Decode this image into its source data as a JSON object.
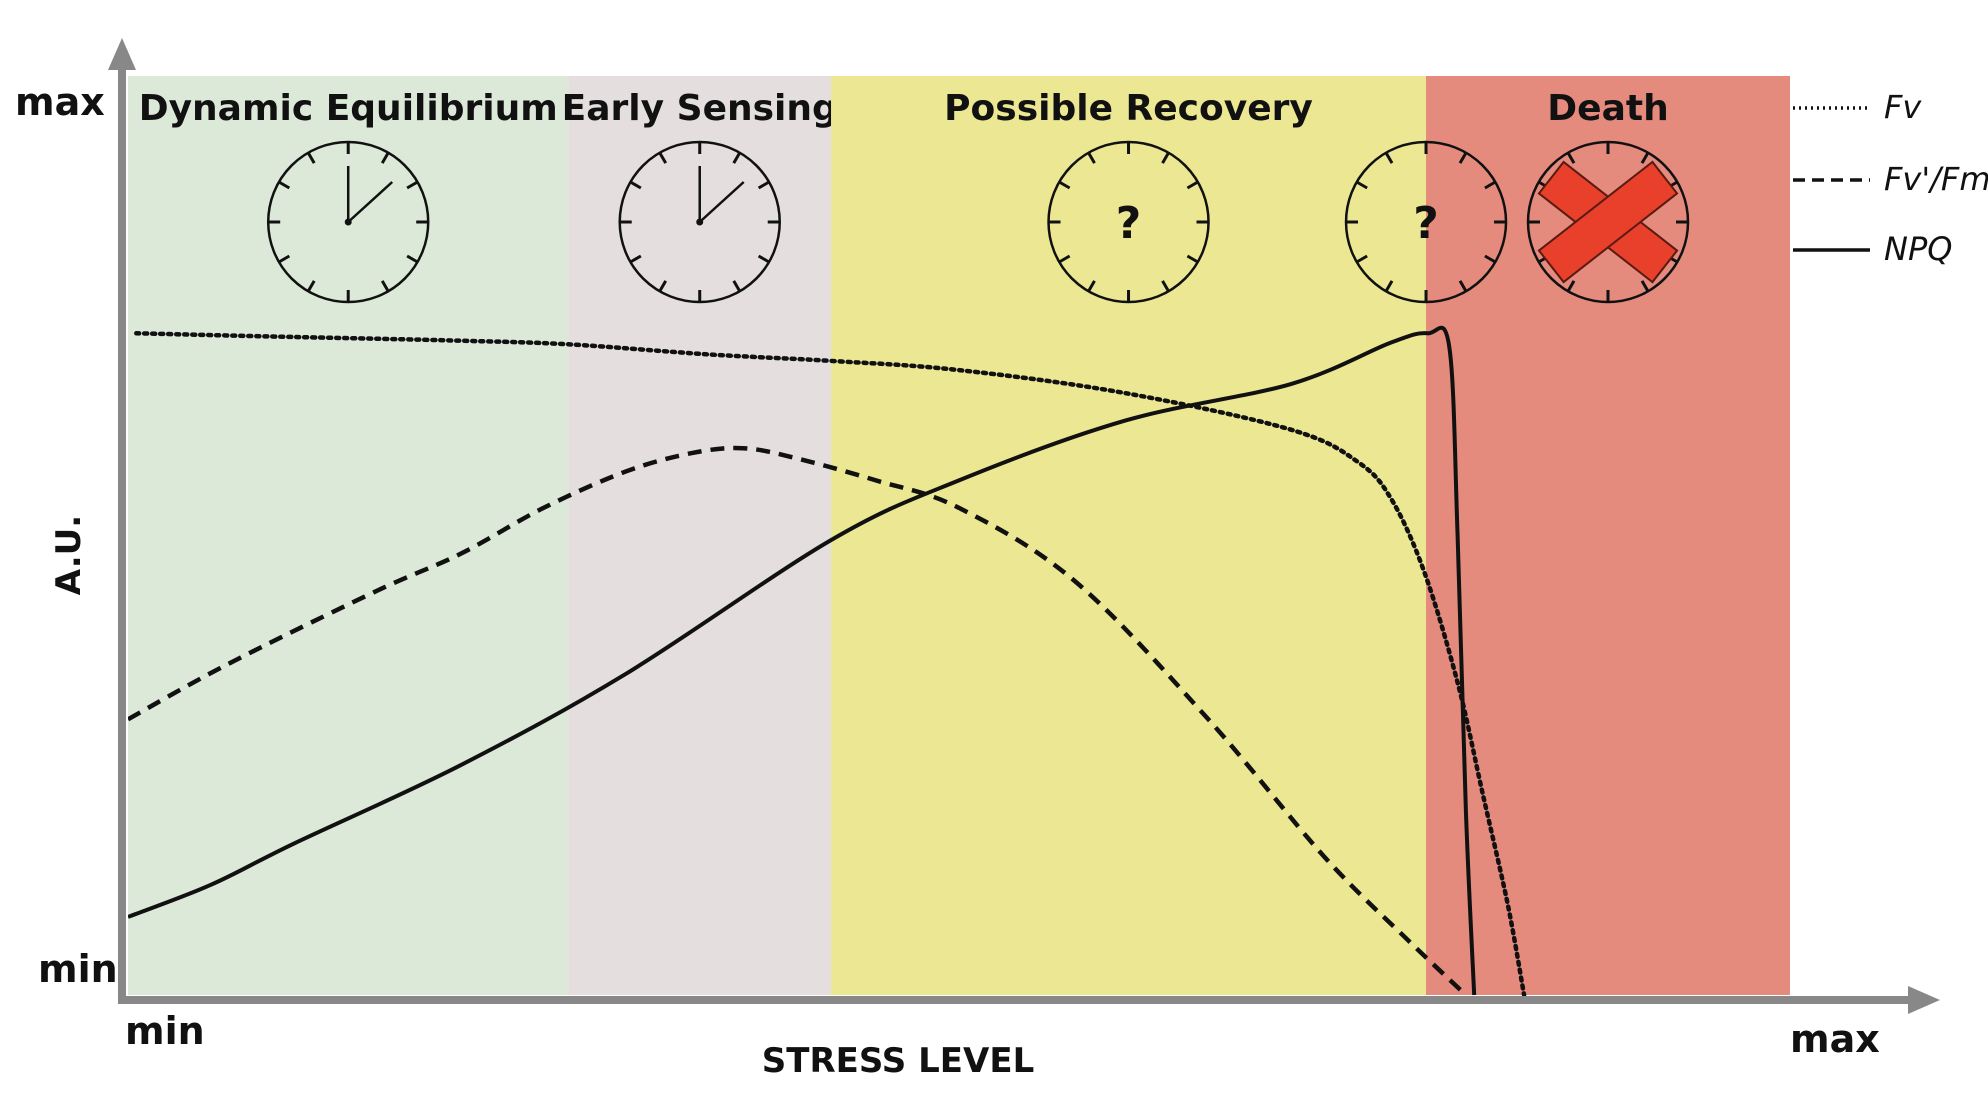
{
  "chart_data": {
    "type": "line",
    "title": "",
    "xlabel": "STRESS LEVEL",
    "ylabel": "A.U.",
    "x_tick_labels": {
      "min": "min",
      "max": "max"
    },
    "y_tick_labels": {
      "min": "min",
      "max": "max"
    },
    "xlim": [
      0,
      1
    ],
    "ylim": [
      0,
      1
    ],
    "grid": false,
    "legend_placement": "top-right",
    "zones": [
      {
        "label": "Dynamic Equilibrium",
        "range": [
          0.0,
          0.265
        ],
        "color": "#dde9d8",
        "clock": "hands"
      },
      {
        "label": "Early Sensing",
        "range": [
          0.265,
          0.423
        ],
        "color": "#e4dedf",
        "clock": "hands"
      },
      {
        "label": "Possible Recovery",
        "range": [
          0.423,
          0.781
        ],
        "color": "#ebe793",
        "clock": "question",
        "clock_marker": "?"
      },
      {
        "label": "Death",
        "range": [
          0.781,
          1.0
        ],
        "color": "#e48b7d",
        "clock": "cross"
      }
    ],
    "boundary_clock": {
      "x": 0.781,
      "marker": "?"
    },
    "series": [
      {
        "name": "Fv",
        "style": "dotted",
        "x": [
          0.005,
          0.1,
          0.2,
          0.265,
          0.35,
          0.423,
          0.5,
          0.6,
          0.7,
          0.74,
          0.76,
          0.78,
          0.8,
          0.815,
          0.83,
          0.84
        ],
        "y": [
          0.72,
          0.716,
          0.712,
          0.708,
          0.697,
          0.69,
          0.68,
          0.655,
          0.615,
          0.58,
          0.54,
          0.46,
          0.34,
          0.22,
          0.1,
          0.0
        ]
      },
      {
        "name": "Fv'/Fm'",
        "style": "dashed",
        "x": [
          0.0,
          0.06,
          0.15,
          0.2,
          0.25,
          0.3,
          0.34,
          0.37,
          0.4,
          0.45,
          0.5,
          0.57,
          0.65,
          0.72,
          0.77,
          0.805
        ],
        "y": [
          0.3,
          0.36,
          0.44,
          0.48,
          0.53,
          0.57,
          0.59,
          0.595,
          0.585,
          0.56,
          0.53,
          0.45,
          0.3,
          0.15,
          0.06,
          0.0
        ]
      },
      {
        "name": "NPQ",
        "style": "solid",
        "x": [
          0.0,
          0.05,
          0.1,
          0.2,
          0.3,
          0.423,
          0.5,
          0.6,
          0.7,
          0.76,
          0.782,
          0.795,
          0.8,
          0.805,
          0.81
        ],
        "y": [
          0.085,
          0.12,
          0.165,
          0.25,
          0.35,
          0.495,
          0.56,
          0.625,
          0.665,
          0.71,
          0.72,
          0.705,
          0.5,
          0.2,
          0.0
        ]
      }
    ]
  }
}
